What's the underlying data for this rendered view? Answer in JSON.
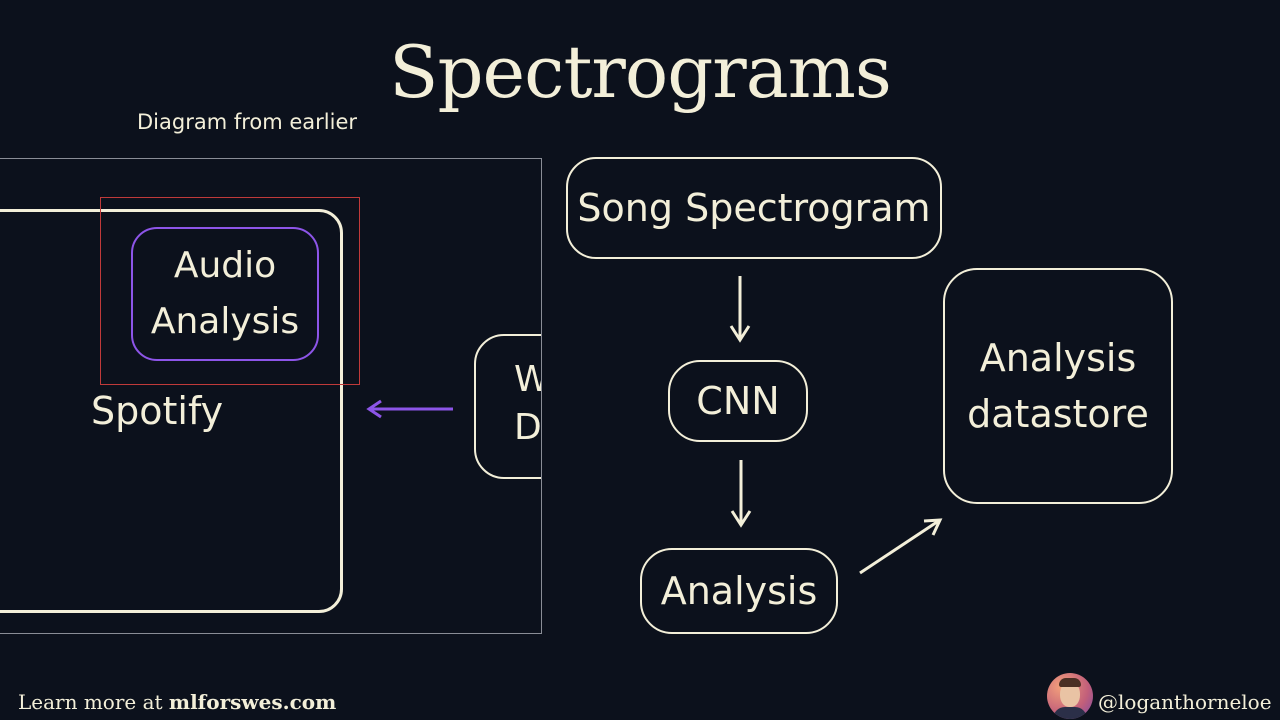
{
  "title": "Spectrograms",
  "caption": "Diagram from earlier",
  "inset": {
    "audio_line1": "Audio",
    "audio_line2": "Analysis",
    "spotify_label": "Spotify",
    "cut_line1": "W",
    "cut_line2": "D",
    "arrow_color": "#8d55e8"
  },
  "flow": {
    "song_spectrogram": "Song Spectrogram",
    "cnn": "CNN",
    "analysis": "Analysis",
    "store_line1": "Analysis",
    "store_line2": "datastore"
  },
  "footer": {
    "learn_prefix": "Learn more at ",
    "site": "mlforswes.com",
    "handle": "@loganthorneloe"
  },
  "colors": {
    "background": "#0c111c",
    "foreground": "#f3efd9",
    "highlight": "#c03a3a",
    "accent": "#8d55e8"
  }
}
